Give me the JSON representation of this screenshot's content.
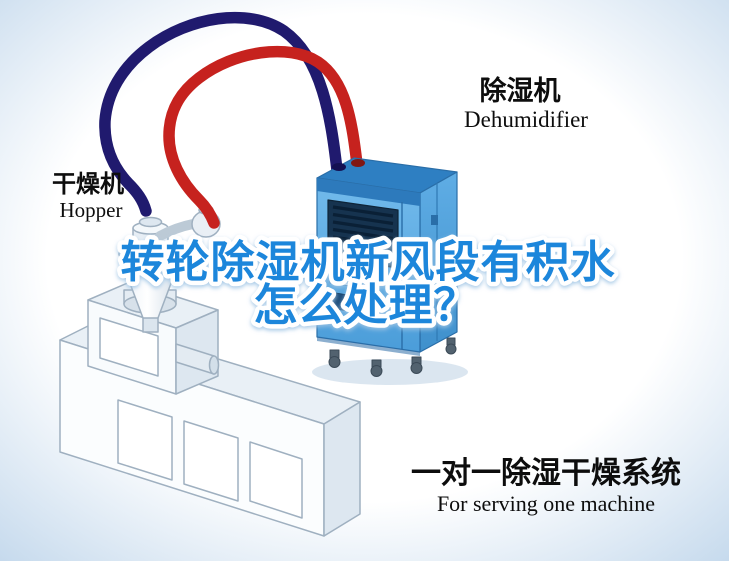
{
  "title": {
    "line1": "转轮除湿机新风段有积水",
    "line2": "怎么处理？",
    "color": "#1a86db"
  },
  "labels": {
    "hopper": {
      "cn": "干燥机",
      "en": "Hopper"
    },
    "dehumidifier": {
      "cn": "除湿机",
      "en": "Dehumidifier"
    }
  },
  "caption": {
    "cn": "一对一除湿干燥系统",
    "en": "For serving one machine"
  },
  "colors": {
    "pipe_red": "#c6221e",
    "pipe_blue": "#201a6e",
    "unit_blue": "#5aaade",
    "background_edge": "#c6d9ec",
    "text_black": "#0d0d0d"
  }
}
